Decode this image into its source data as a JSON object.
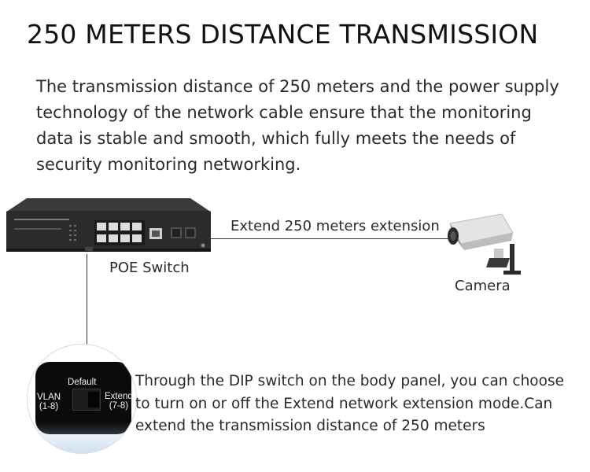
{
  "title": "250 METERS DISTANCE TRANSMISSION",
  "intro": "The transmission distance of 250 meters and the power supply technology of the network cable ensure that the monitoring data is stable and smooth, which fully meets the needs of security monitoring networking.",
  "diagram": {
    "extension_label": "Extend 250 meters extension",
    "switch_label": "POE Switch",
    "camera_label": "Camera"
  },
  "dip_switch": {
    "default_label": "Default",
    "left_label": "VLAN",
    "left_sub": "(1-8)",
    "right_label": "Extend",
    "right_sub": "(7-8)"
  },
  "dip_description": "Through the DIP switch on the body panel, you can choose to turn on or off the Extend network extension mode.Can extend the transmission distance of 250 meters"
}
